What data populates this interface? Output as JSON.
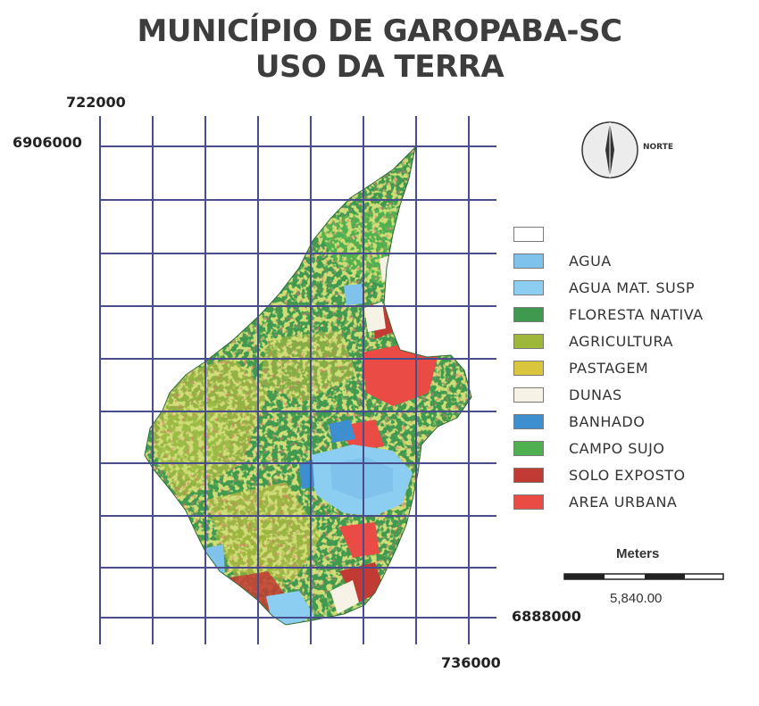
{
  "title": {
    "line1": "MUNICÍPIO DE GAROPABA-SC",
    "line2": "USO DA TERRA"
  },
  "coordinates": {
    "top_easting": "722000",
    "top_northing": "6906000",
    "bottom_northing": "6888000",
    "bottom_easting": "736000"
  },
  "north_arrow": {
    "label": "NORTE",
    "icon": "north-arrow-icon"
  },
  "scale_bar": {
    "unit": "Meters",
    "value": "5,840.00"
  },
  "legend": [
    {
      "label": "",
      "color": "#ffffff"
    },
    {
      "label": "AGUA",
      "color": "#7fc3ec"
    },
    {
      "label": "AGUA MAT. SUSP",
      "color": "#8ccdf2"
    },
    {
      "label": "FLORESTA NATIVA",
      "color": "#3f9a4f"
    },
    {
      "label": "AGRICULTURA",
      "color": "#9fb83c"
    },
    {
      "label": "PASTAGEM",
      "color": "#d9c63c"
    },
    {
      "label": "DUNAS",
      "color": "#f6f3e6"
    },
    {
      "label": "BANHADO",
      "color": "#3e8fcf"
    },
    {
      "label": "CAMPO SUJO",
      "color": "#4fb04f"
    },
    {
      "label": "SOLO EXPOSTO",
      "color": "#c23a34"
    },
    {
      "label": "AREA URBANA",
      "color": "#ea4b44"
    }
  ],
  "colors": {
    "grid": "#4a4d8c",
    "title": "#3d3d3d"
  }
}
